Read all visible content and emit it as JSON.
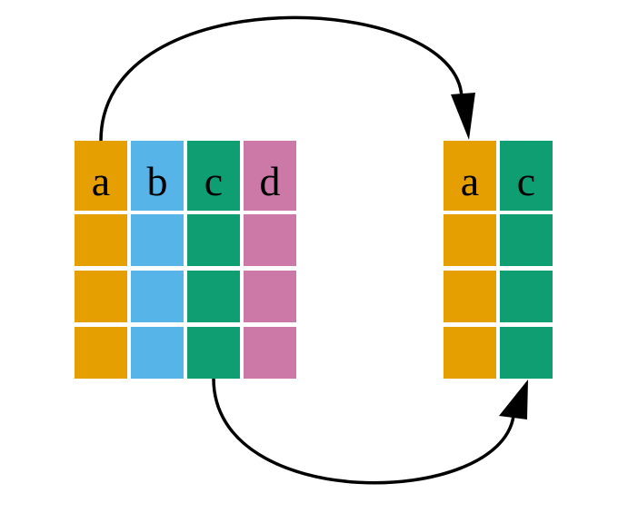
{
  "source_table": {
    "columns": [
      {
        "label": "a",
        "color": "#E69F00"
      },
      {
        "label": "b",
        "color": "#56B4E9"
      },
      {
        "label": "c",
        "color": "#0E9E72"
      },
      {
        "label": "d",
        "color": "#CC79A7"
      }
    ],
    "body_rows": 3
  },
  "result_table": {
    "columns": [
      {
        "label": "a",
        "color": "#E69F00"
      },
      {
        "label": "c",
        "color": "#0E9E72"
      }
    ],
    "body_rows": 3
  },
  "arrows": [
    {
      "from": "a",
      "to": "a",
      "direction": "over"
    },
    {
      "from": "c",
      "to": "c",
      "direction": "under"
    }
  ]
}
